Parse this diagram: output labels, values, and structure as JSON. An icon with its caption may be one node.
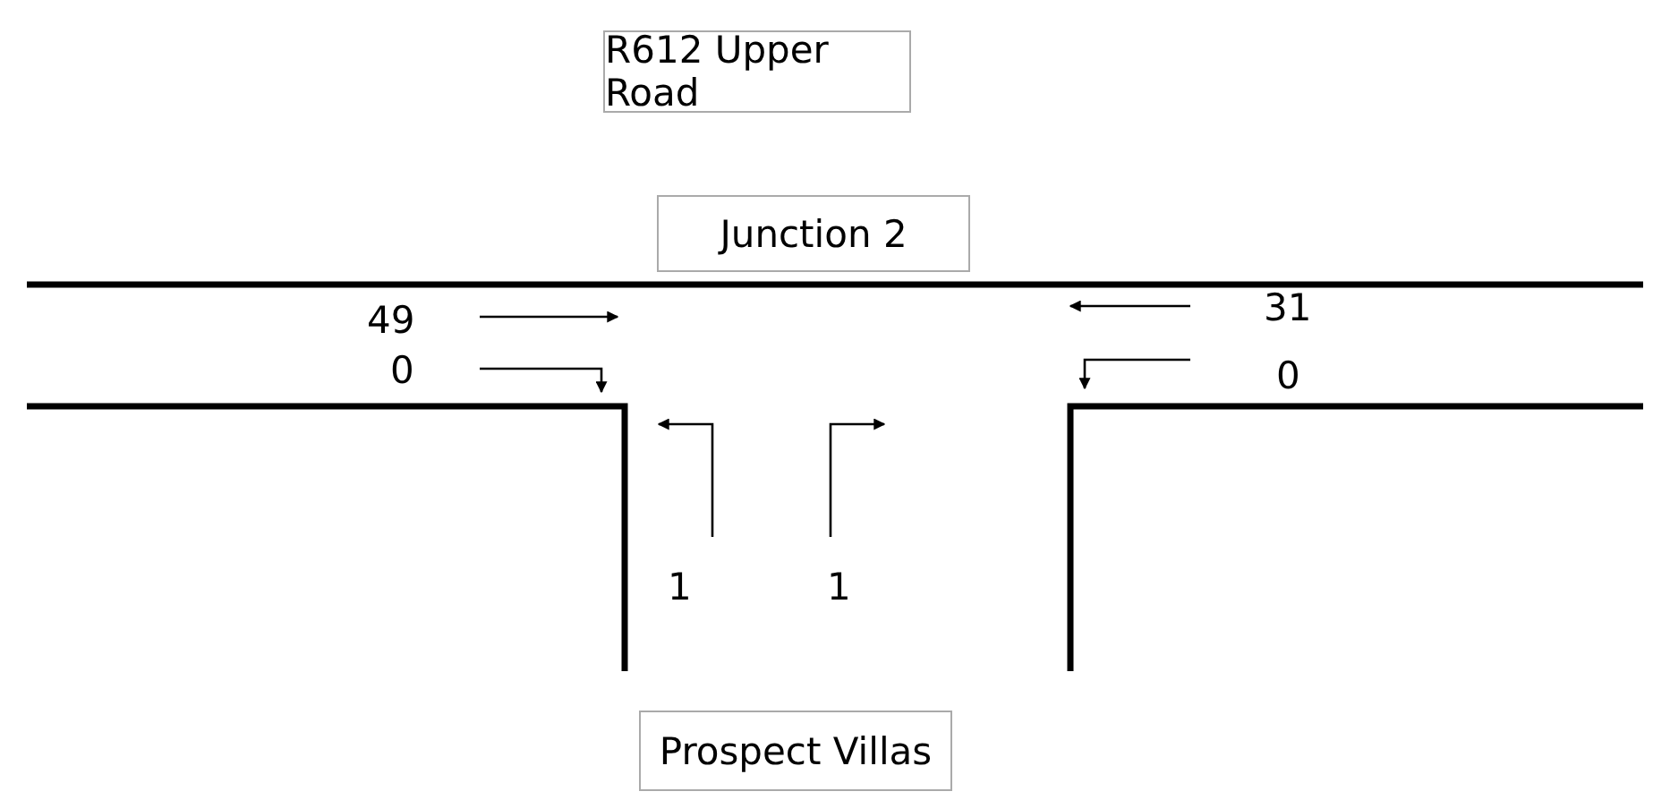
{
  "diagram": {
    "nodes": [
      {
        "text": [
          "R612 Upper Road"
        ]
      },
      {
        "text": [
          "Junction 2"
        ]
      },
      {
        "text": [
          "Prospect Villas"
        ]
      }
    ],
    "labels": [
      "49",
      "0",
      "31",
      "0",
      "1",
      "1"
    ]
  }
}
